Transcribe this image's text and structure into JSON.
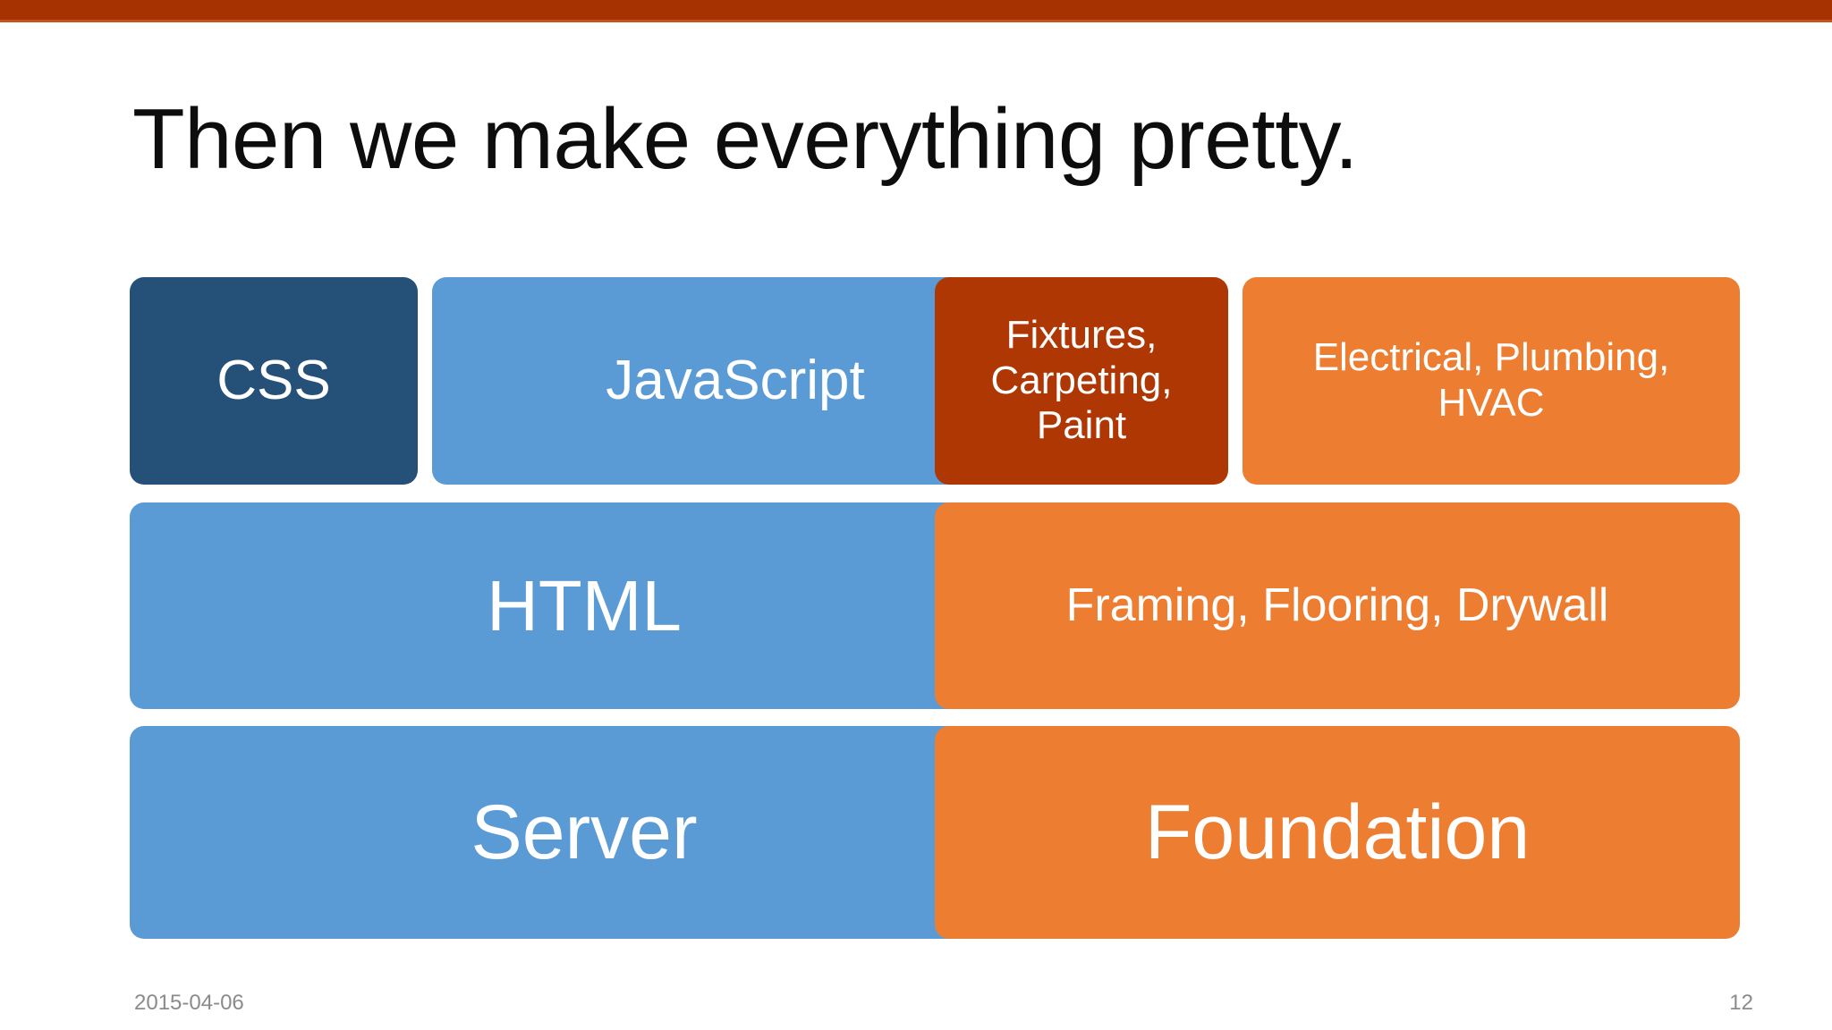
{
  "slide": {
    "title": "Then we make everything pretty.",
    "accent_band_color": "#A53200",
    "background_color": "#FFFFFF"
  },
  "palette": {
    "dark_blue": "#255078",
    "light_blue": "#5B9BD5",
    "dark_orange": "#AF3704",
    "mid_orange": "#ED7D31",
    "band_orange": "#A53200",
    "footer_gray": "#8B8B8B",
    "title_black": "#0D0D0D"
  },
  "diagram": {
    "columns": [
      "web-stack",
      "construction-stack"
    ],
    "rows": [
      {
        "row": 1,
        "cells": [
          {
            "label": "CSS",
            "color": "#255078",
            "stack": "web"
          },
          {
            "label": "JavaScript",
            "color": "#5B9BD5",
            "stack": "web"
          },
          {
            "label": "Fixtures, Carpeting, Paint",
            "color": "#AF3704",
            "stack": "construction"
          },
          {
            "label": "Electrical, Plumbing, HVAC",
            "color": "#ED7D31",
            "stack": "construction"
          }
        ]
      },
      {
        "row": 2,
        "cells": [
          {
            "label": "HTML",
            "color": "#5B9BD5",
            "stack": "web"
          },
          {
            "label": "Framing, Flooring, Drywall",
            "color": "#ED7D31",
            "stack": "construction"
          }
        ]
      },
      {
        "row": 3,
        "cells": [
          {
            "label": "Server",
            "color": "#5B9BD5",
            "stack": "web"
          },
          {
            "label": "Foundation",
            "color": "#ED7D31",
            "stack": "construction"
          }
        ]
      }
    ]
  },
  "footer": {
    "date": "2015-04-06",
    "page_number": "12"
  }
}
